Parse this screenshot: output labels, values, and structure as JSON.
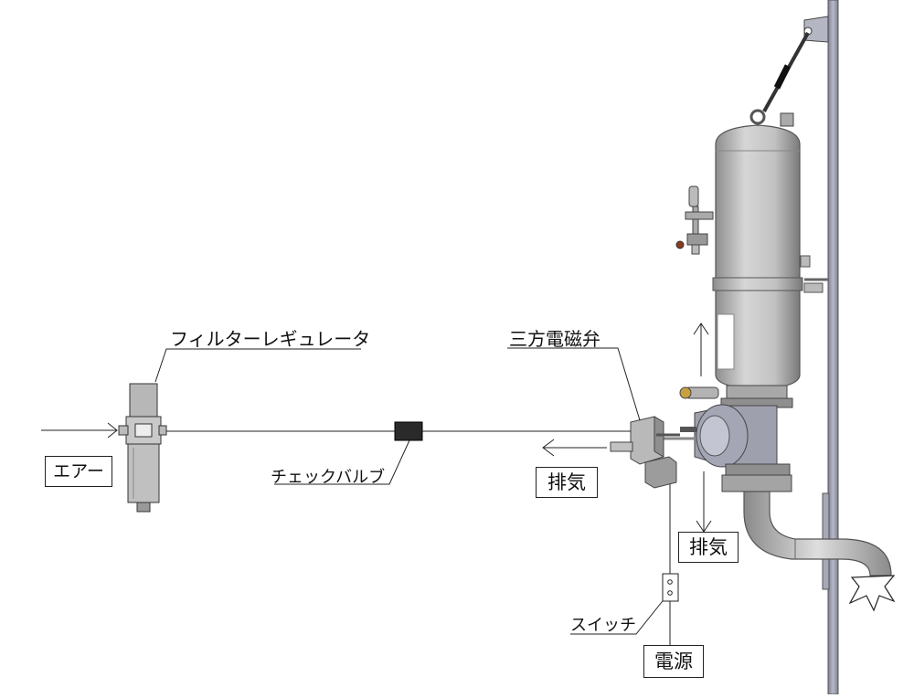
{
  "labels": {
    "filter_regulator": "フィルターレギュレータ",
    "air": "エアー",
    "check_valve": "チェックバルブ",
    "solenoid_valve": "三方電磁弁",
    "exhaust_valve": "排気",
    "exhaust_outlet": "排気",
    "switch": "スイッチ",
    "power": "電源"
  },
  "colors": {
    "metal": "#b9b9b9",
    "metal_dark": "#7d7d7d",
    "metal_light": "#dcdcdc",
    "wall": "#9d9eae",
    "line": "#222222"
  }
}
